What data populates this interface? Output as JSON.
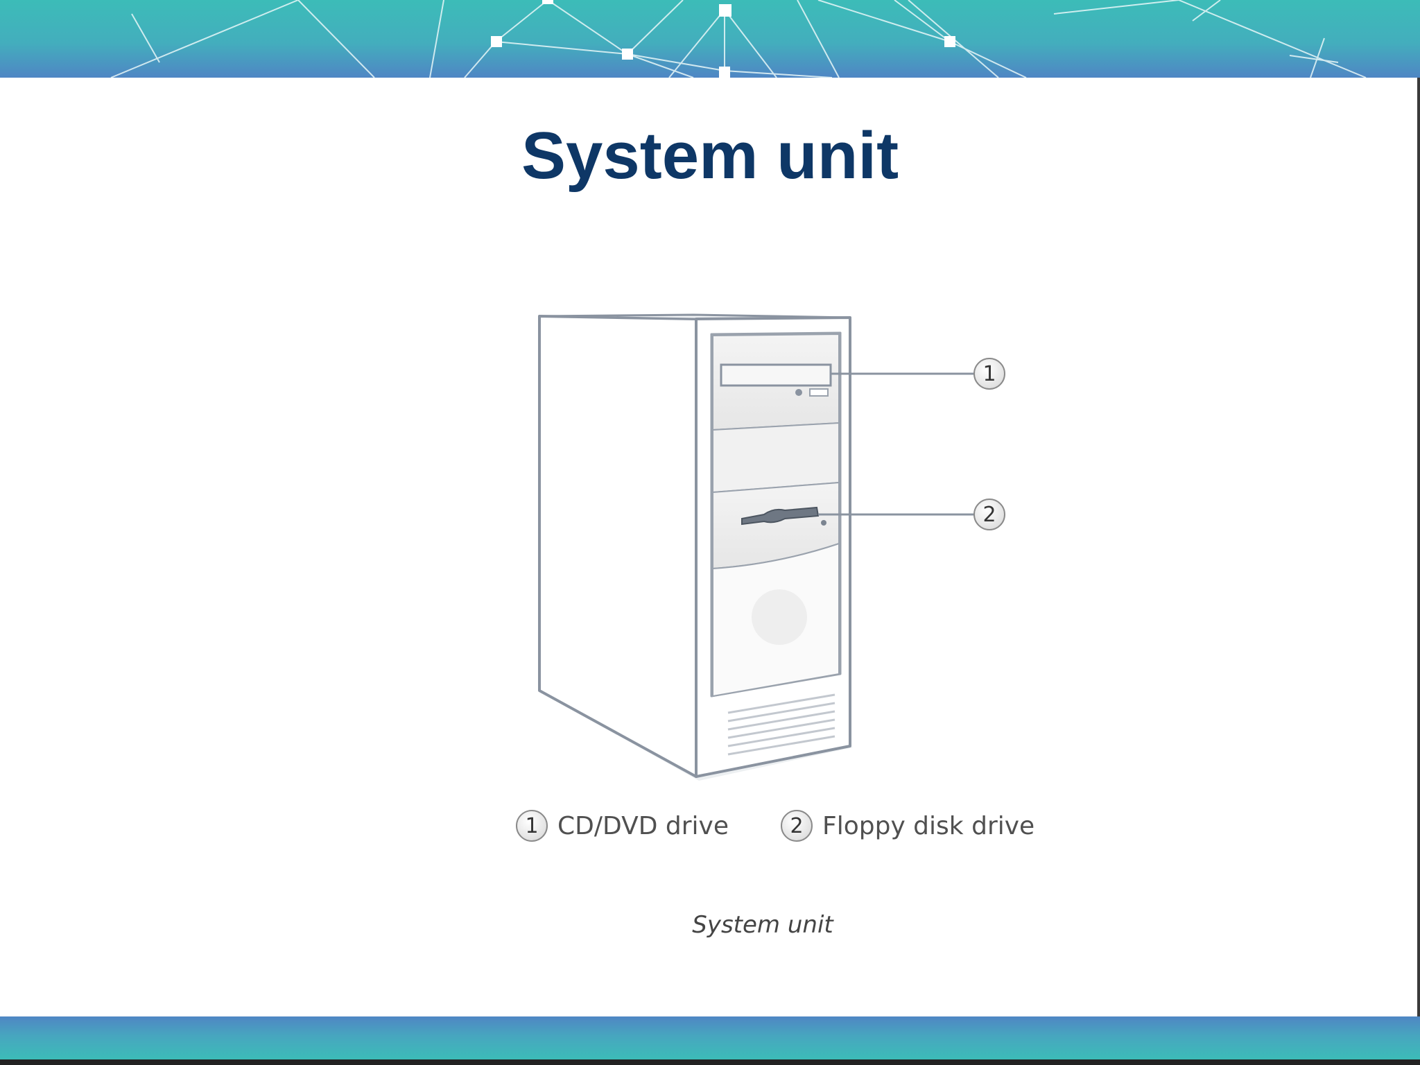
{
  "slide": {
    "title": "System unit"
  },
  "figure": {
    "callouts": [
      {
        "number": "1",
        "label": "CD/DVD drive"
      },
      {
        "number": "2",
        "label": "Floppy disk drive"
      }
    ],
    "caption": "System unit"
  },
  "colors": {
    "title": "#0e3766",
    "band_teal": "#3cbcb8",
    "band_blue": "#4f86c4"
  }
}
